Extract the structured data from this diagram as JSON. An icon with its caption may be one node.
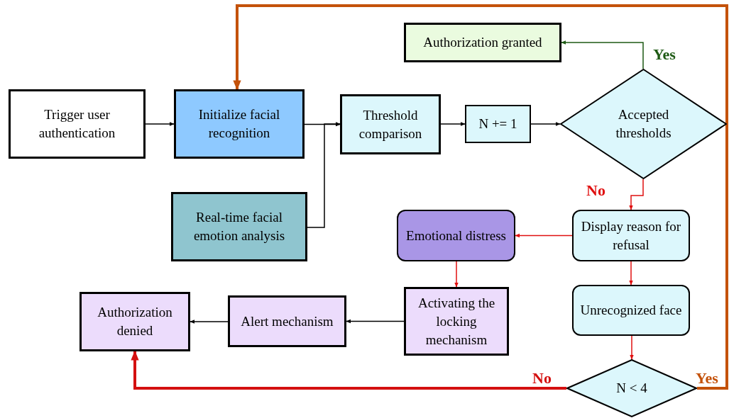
{
  "diagram": {
    "nodes": [
      {
        "text": [
          "Trigger user authentication"
        ]
      },
      {
        "text": [
          "Initialize facial recognition"
        ]
      },
      {
        "text": [
          "Real-time facial emotion analysis"
        ]
      },
      {
        "text": [
          "Threshold comparison"
        ]
      },
      {
        "text": [
          "N += 1"
        ]
      },
      {
        "text": [
          "Accepted thresholds"
        ]
      },
      {
        "text": [
          "Authorization granted"
        ]
      },
      {
        "text": [
          "Display reason for refusal"
        ]
      },
      {
        "text": [
          "Emotional distress"
        ]
      },
      {
        "text": [
          "Unrecognized face"
        ]
      },
      {
        "text": [
          "Activating the locking mechanism"
        ]
      },
      {
        "text": [
          "Alert mechanism"
        ]
      },
      {
        "text": [
          "Authorization denied"
        ]
      },
      {
        "text": [
          "N < 4"
        ]
      }
    ],
    "edges": [
      {
        "from": 0,
        "to": 1,
        "arrow": "to"
      },
      {
        "from": 1,
        "to": 3,
        "arrow": "to"
      },
      {
        "from": 2,
        "to": 3,
        "arrow": "to"
      },
      {
        "from": 3,
        "to": 4,
        "arrow": "to"
      },
      {
        "from": 4,
        "to": 5,
        "arrow": "to"
      },
      {
        "from": 5,
        "to": 6,
        "arrow": "to",
        "label": "Yes",
        "color": "#1e5a14"
      },
      {
        "from": 5,
        "to": 7,
        "arrow": "to",
        "label": "No",
        "color": "#e01010"
      },
      {
        "from": 7,
        "to": 8,
        "arrow": "to",
        "color": "#e01010"
      },
      {
        "from": 7,
        "to": 9,
        "arrow": "to",
        "color": "#e01010"
      },
      {
        "from": 8,
        "to": 10,
        "arrow": "to",
        "color": "#e01010"
      },
      {
        "from": 10,
        "to": 11,
        "arrow": "to"
      },
      {
        "from": 11,
        "to": 12,
        "arrow": "to"
      },
      {
        "from": 9,
        "to": 13,
        "arrow": "to",
        "color": "#e01010"
      },
      {
        "from": 13,
        "to": 12,
        "arrow": "to",
        "label": "No",
        "style": "thick",
        "color": "#d41010"
      },
      {
        "from": 13,
        "to": 1,
        "arrow": "to",
        "label": "Yes",
        "style": "thick",
        "color": "#c4520a"
      }
    ]
  }
}
